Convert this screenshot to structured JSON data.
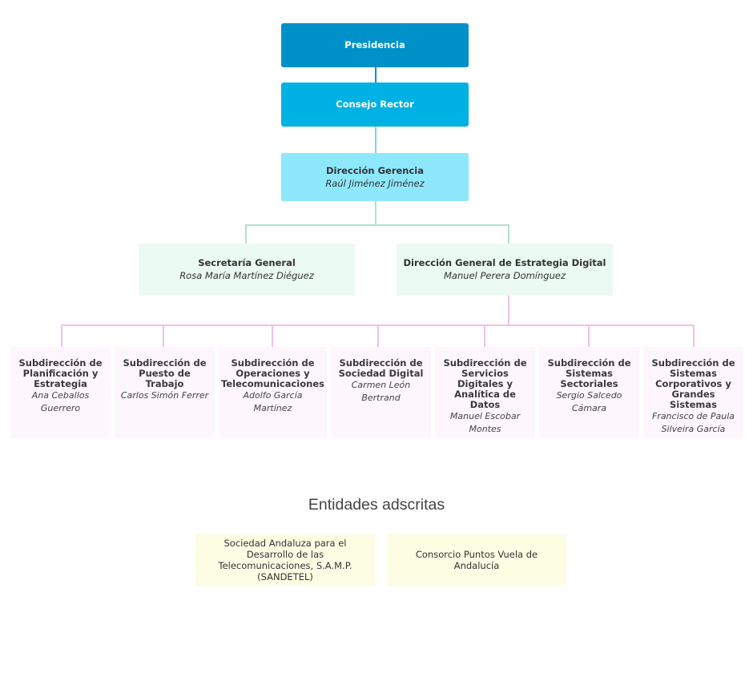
{
  "org": {
    "presidencia": "Presidencia",
    "consejo": "Consejo Rector",
    "gerencia": {
      "title": "Dirección Gerencia",
      "person": "Raúl Jiménez Jiménez"
    },
    "secretaria": {
      "title": "Secretaría General",
      "person": "Rosa María Martínez Diéguez"
    },
    "dgeneral": {
      "title": "Dirección General de Estrategia Digital",
      "person": "Manuel Perera Domínguez"
    },
    "subdirecciones": [
      {
        "title": "Subdirección de Planificación y Estrategia",
        "person": "Ana Ceballos Guerrero"
      },
      {
        "title": "Subdirección de Puesto de Trabajo",
        "person": "Carlos Simón Ferrer"
      },
      {
        "title": "Subdirección de Operaciones y Telecomunicaciones",
        "person": "Adolfo García Martínez"
      },
      {
        "title": "Subdirección de Sociedad Digital",
        "person": "Carmen León Bertrand"
      },
      {
        "title": "Subdirección de Servicios Digitales y Analítica de Datos",
        "person": "Manuel Escobar Montes"
      },
      {
        "title": "Subdirección de Sistemas Sectoriales",
        "person": "Sergio Salcedo Cámara"
      },
      {
        "title": "Subdirección de Sistemas Corporativos y Grandes Sistemas",
        "person": "Francisco de Paula Silveira García"
      }
    ]
  },
  "entidades": {
    "title": "Entidades adscritas",
    "items": [
      "Sociedad Andaluza para el Desarrollo de las Telecomunicaciones, S.A.M.P. (SANDETEL)",
      "Consorcio Puntos Vuela de Andalucía"
    ]
  },
  "colors": {
    "presidencia": "#0091c8",
    "consejo": "#00b1e3",
    "gerencia": "#8ee8fc",
    "direccion": "#ebfaf2",
    "subdireccion": "#fdf6fd",
    "entidad": "#fdfde4"
  }
}
